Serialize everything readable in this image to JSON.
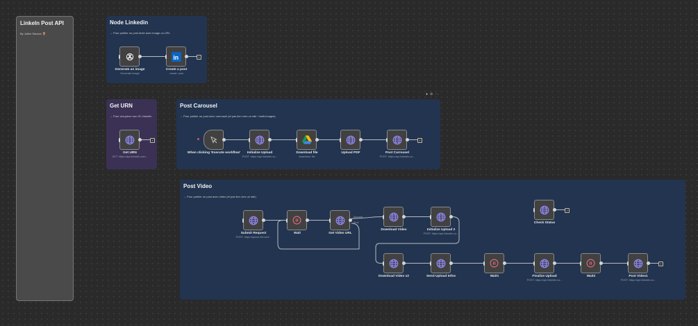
{
  "stickies": {
    "main": {
      "title": "LinkeIn Post API",
      "author": "By Julien Sanson 🪵"
    },
    "node_linkedin": {
      "title": "Node Linkedin",
      "desc": "→ Pour publier un post texte avec image ou URL"
    },
    "get_urn": {
      "title": "Get URN",
      "desc": "→ Pour récupérer son ID Linkedin"
    },
    "post_carousel": {
      "title": "Post Carousel",
      "desc": "→ Pour publier un post avec carrousel (et pas lien vers un site / multi-images)"
    },
    "post_video": {
      "title": "Post Video",
      "desc": "→ Pour publier un post avec video (et pas lien vers un site)"
    }
  },
  "nodes": [
    {
      "label": "Generate an image",
      "sub": "Generate Image",
      "icon": "openai-icon"
    },
    {
      "label": "Create a post",
      "sub": "create: post",
      "icon": "linkedin-icon"
    },
    {
      "label": "Get URN",
      "sub": "GET: https://api.linkedin.com...",
      "icon": "globe-icon"
    },
    {
      "label": "When clicking 'Execute workflow'",
      "sub": "",
      "icon": "cursor-icon"
    },
    {
      "label": "Initialize Upload",
      "sub": "POST: https://api.linkedin.co...",
      "icon": "globe-icon"
    },
    {
      "label": "Download file",
      "sub": "download: file",
      "icon": "google-drive-icon"
    },
    {
      "label": "Upload PDF",
      "sub": "",
      "icon": "globe-icon"
    },
    {
      "label": "Post Carrousel",
      "sub": "POST: https://api.linkedin.co...",
      "icon": "globe-icon"
    },
    {
      "label": "Submit Request",
      "sub": "POST: https://queue.fal.run/f...",
      "icon": "globe-icon"
    },
    {
      "label": "Wait",
      "sub": "",
      "icon": "pause-icon"
    },
    {
      "label": "Get Video URL",
      "sub": "",
      "icon": "globe-icon"
    },
    {
      "label": "Download Video",
      "sub": "",
      "icon": "globe-icon"
    },
    {
      "label": "Initialize Upload 2",
      "sub": "POST: https://api.linkedin.co...",
      "icon": "globe-icon"
    },
    {
      "label": "Check Status",
      "sub": "",
      "icon": "globe-icon"
    },
    {
      "label": "Download Video x2",
      "sub": "",
      "icon": "globe-icon"
    },
    {
      "label": "Send Upload Infos",
      "sub": "",
      "icon": "globe-icon"
    },
    {
      "label": "Wait1",
      "sub": "",
      "icon": "pause-icon"
    },
    {
      "label": "Finalize Upload",
      "sub": "POST: https://api.linkedin.co...",
      "icon": "globe-icon"
    },
    {
      "label": "Wait2",
      "sub": "",
      "icon": "pause-icon"
    },
    {
      "label": "Post Video1",
      "sub": "POST: https://api.linkedin.co...",
      "icon": "globe-icon"
    }
  ],
  "edge_labels": {
    "success": "Success",
    "error": "Error"
  },
  "colors": {
    "sticky_blue": "#22344f",
    "sticky_purple": "#3b3154",
    "sticky_gray": "#4a4a4a",
    "globe": "#8f86f0",
    "pause": "#e46b7e"
  }
}
